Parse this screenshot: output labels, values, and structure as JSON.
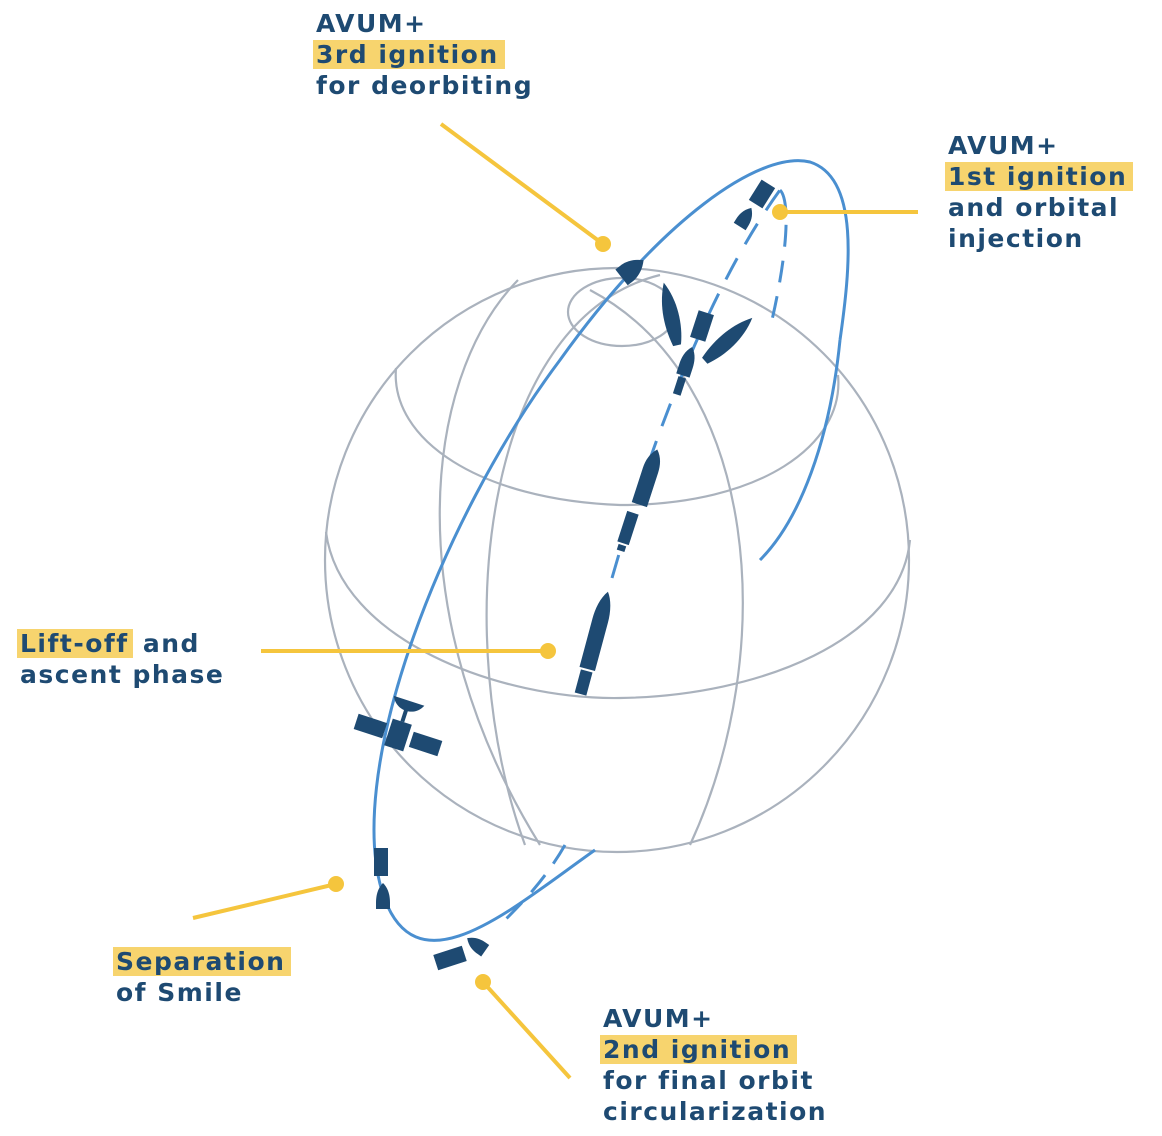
{
  "labels": {
    "third_ignition": {
      "line1": "AVUM+",
      "highlight": "3rd ignition",
      "line3": "for deorbiting"
    },
    "first_ignition": {
      "line1": "AVUM+",
      "highlight": "1st ignition",
      "line3": "and orbital",
      "line4": "injection"
    },
    "liftoff": {
      "highlight": "Lift-off",
      "line1_rest": "and",
      "line2": "ascent phase"
    },
    "separation": {
      "highlight": "Separation",
      "line2": "of Smile"
    },
    "second_ignition": {
      "line1": "AVUM+",
      "highlight": "2nd ignition",
      "line3": "for final orbit",
      "line4": "circularization"
    }
  },
  "colors": {
    "navy": "#1e4a72",
    "orbit_blue": "#4a8fd0",
    "grid_gray": "#aab2bd",
    "accent_yellow": "#f5c53d",
    "highlight_yellow": "#f7d46e"
  },
  "icons": [
    "satellite-icon",
    "rocket-icon",
    "fairing-icon",
    "upper-stage-icon"
  ]
}
